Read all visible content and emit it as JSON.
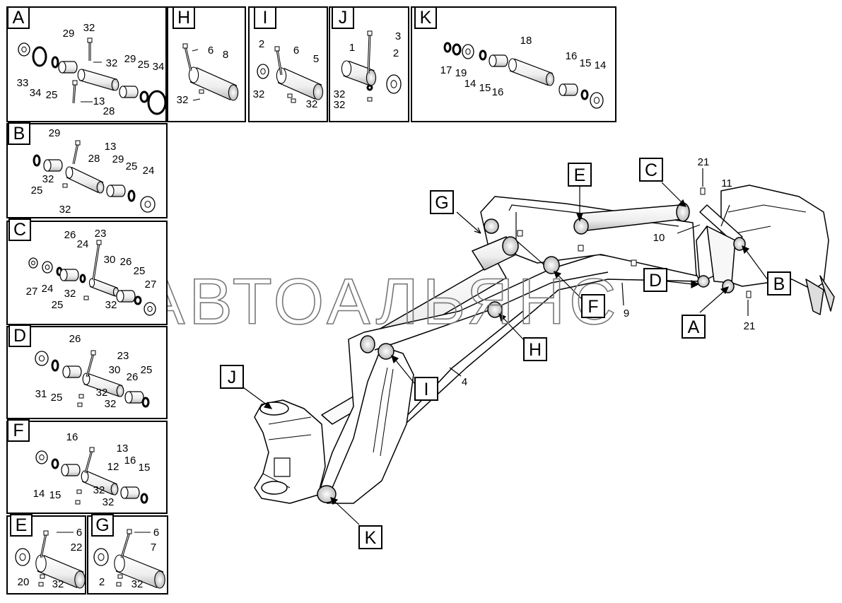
{
  "watermark": "АВТОАЛЬЯНС",
  "panels": [
    {
      "letter": "A",
      "labels": [
        "33",
        "34",
        "25",
        "29",
        "32",
        "32",
        "13",
        "28",
        "29",
        "25",
        "34"
      ]
    },
    {
      "letter": "H",
      "labels": [
        "6",
        "8",
        "32"
      ]
    },
    {
      "letter": "I",
      "labels": [
        "2",
        "6",
        "5",
        "32",
        "32"
      ]
    },
    {
      "letter": "J",
      "labels": [
        "1",
        "3",
        "2",
        "32",
        "32"
      ]
    },
    {
      "letter": "K",
      "labels": [
        "17",
        "19",
        "14",
        "15",
        "16",
        "18",
        "16",
        "15",
        "14"
      ]
    },
    {
      "letter": "B",
      "labels": [
        "29",
        "13",
        "28",
        "29",
        "25",
        "24",
        "25",
        "32",
        "32"
      ]
    },
    {
      "letter": "C",
      "labels": [
        "26",
        "23",
        "24",
        "30",
        "26",
        "25",
        "27",
        "24",
        "32",
        "25",
        "32",
        "27"
      ]
    },
    {
      "letter": "D",
      "labels": [
        "26",
        "23",
        "30",
        "26",
        "25",
        "31",
        "25",
        "32",
        "32"
      ]
    },
    {
      "letter": "F",
      "labels": [
        "16",
        "13",
        "12",
        "16",
        "15",
        "14",
        "15",
        "32",
        "32"
      ]
    },
    {
      "letter": "E",
      "labels": [
        "6",
        "22",
        "20",
        "32"
      ]
    },
    {
      "letter": "G",
      "labels": [
        "6",
        "7",
        "2",
        "32"
      ]
    }
  ],
  "main": {
    "callouts": [
      "G",
      "E",
      "C",
      "D",
      "B",
      "F",
      "A",
      "H",
      "I",
      "J",
      "K"
    ],
    "part_numbers": [
      "21",
      "11",
      "10",
      "9",
      "21",
      "4"
    ]
  }
}
